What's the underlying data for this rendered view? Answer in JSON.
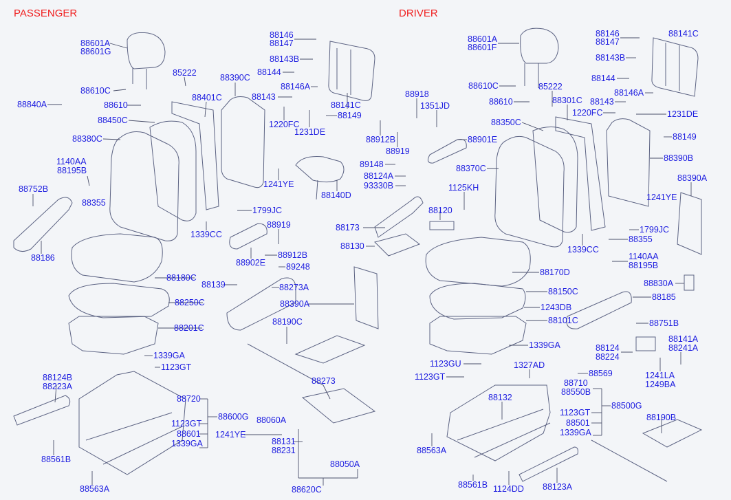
{
  "titles": {
    "passenger": "PASSENGER",
    "driver": "DRIVER"
  },
  "part_numbers": [
    "88601A",
    "88601G",
    "88610C",
    "88840A",
    "88610",
    "85222",
    "88390C",
    "88401C",
    "88450C",
    "88380C",
    "1140AA",
    "88195B",
    "88752B",
    "88355",
    "88146",
    "88147",
    "88143B",
    "88144",
    "88146A",
    "88143",
    "88141C",
    "88149",
    "1220FC",
    "1231DE",
    "1241YE",
    "88140D",
    "1799JC",
    "1339CC",
    "88919",
    "88912B",
    "88902E",
    "89248",
    "88139",
    "88273A",
    "88390A",
    "88186",
    "88180C",
    "88250C",
    "88201C",
    "1339GA",
    "1123GT",
    "88124B",
    "88223A",
    "88720",
    "88600G",
    "1123GT",
    "88601",
    "1339GA",
    "88561B",
    "88563A",
    "88190C",
    "1241YE",
    "88060A",
    "88273",
    "88131",
    "88231",
    "88050A",
    "88620C",
    "88173",
    "88130",
    "88120",
    "88918",
    "1351JD",
    "88912B",
    "88901E",
    "88919",
    "89148",
    "88124A",
    "93330B",
    "1125KH",
    "88601A",
    "88601F",
    "88610C",
    "88610",
    "85222",
    "88301C",
    "88350C",
    "88370C",
    "88146",
    "88147",
    "88141C",
    "88143B",
    "88144",
    "88146A",
    "88143",
    "1220FC",
    "1231DE",
    "88149",
    "88390B",
    "88390A",
    "1241YE",
    "1799JC",
    "88355",
    "1339CC",
    "1140AA",
    "88195B",
    "88170D",
    "88150C",
    "1243DB",
    "88101C",
    "1339GA",
    "88830A",
    "88185",
    "88751B",
    "88124",
    "88224",
    "88141A",
    "88241A",
    "1241LA",
    "1249BA",
    "1123GU",
    "1327AD",
    "1123GT",
    "88569",
    "88710",
    "88550B",
    "88132",
    "88500G",
    "1123GT",
    "88501",
    "1339GA",
    "88190B",
    "88563A",
    "88561B",
    "1124DD",
    "88123A"
  ]
}
